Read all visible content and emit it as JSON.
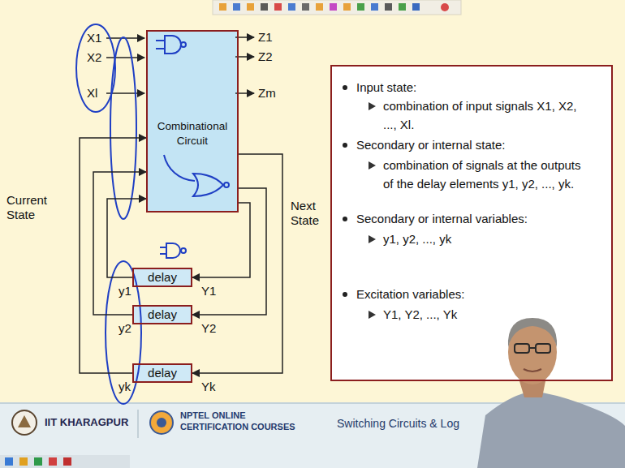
{
  "diagram": {
    "nodes": [
      {
        "text": [
          "Combinational Circuit"
        ]
      },
      {
        "text": [
          "delay"
        ]
      },
      {
        "text": [
          "delay"
        ]
      },
      {
        "text": [
          "delay"
        ]
      },
      {
        "text": [
          "Input state:",
          "combination of input signals X1, X2, ..., Xl.",
          "Secondary or internal state:",
          "combination of signals at the outputs of the delay elements y1, y2, ..., yk.",
          "Secondary or internal variables:",
          "y1, y2, ..., yk",
          "Excitation variables:",
          "Y1, Y2, ..., Yk"
        ]
      }
    ],
    "edges": [
      {
        "from": 0,
        "to": 1,
        "arrow": "to"
      },
      {
        "from": 1,
        "to": 0,
        "arrow": "to"
      },
      {
        "from": 0,
        "to": 2,
        "arrow": "to"
      },
      {
        "from": 2,
        "to": 0,
        "arrow": "to"
      },
      {
        "from": 0,
        "to": 3,
        "arrow": "to"
      },
      {
        "from": 3,
        "to": 0,
        "arrow": "to"
      }
    ],
    "labels": [
      "X1",
      "X2",
      "Xl",
      "Z1",
      "Z2",
      "Zm",
      "Current State",
      "Next State",
      "y1",
      "y2",
      "yk",
      "Y1",
      "Y2",
      "Yk",
      "IIT KHARAGPUR",
      "NPTEL ONLINE CERTIFICATION COURSES",
      "Switching Circuits & Log"
    ]
  }
}
